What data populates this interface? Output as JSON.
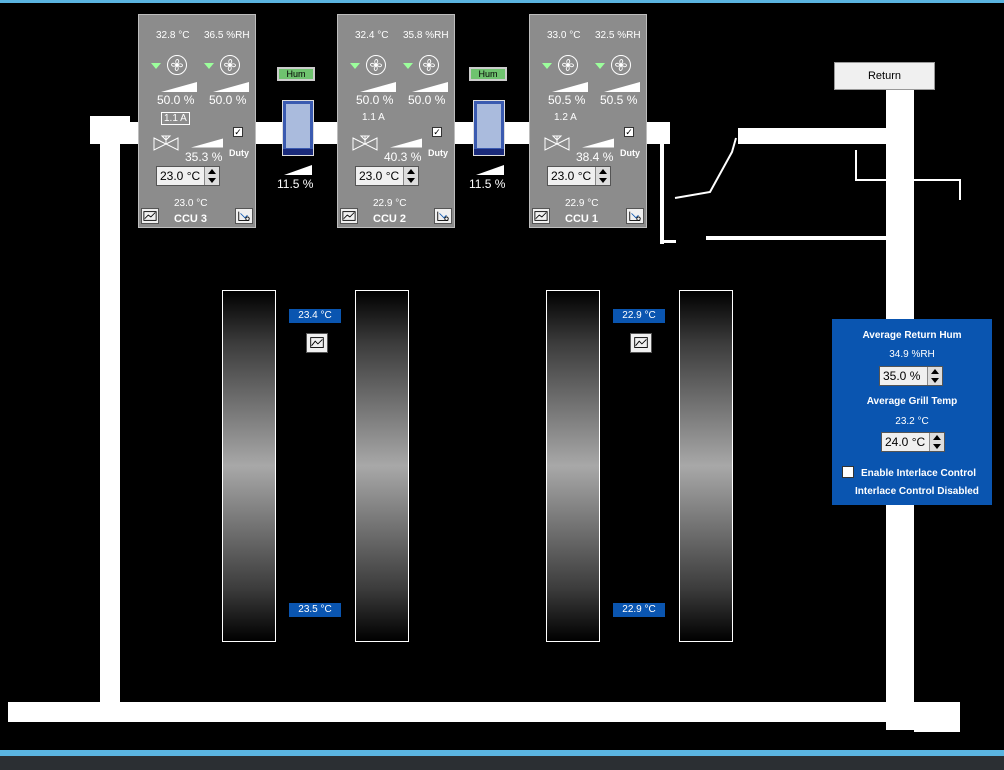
{
  "return_button": "Return",
  "ccus": [
    {
      "id": "ccu3",
      "name": "CCU 3",
      "temp": "32.8 °C",
      "hum": "36.5 %RH",
      "fan1_pct": "50.0 %",
      "fan2_pct": "50.0 %",
      "amps": "1.1 A",
      "amps_boxed": true,
      "valve_pct": "35.3 %",
      "duty": "Duty",
      "duty_checked": true,
      "setpoint": "23.0 °C",
      "supply_temp": "23.0 °C"
    },
    {
      "id": "ccu2",
      "name": "CCU 2",
      "temp": "32.4 °C",
      "hum": "35.8 %RH",
      "fan1_pct": "50.0 %",
      "fan2_pct": "50.0 %",
      "amps": "1.1 A",
      "amps_boxed": false,
      "valve_pct": "40.3 %",
      "duty": "Duty",
      "duty_checked": true,
      "setpoint": "23.0 °C",
      "supply_temp": "22.9 °C"
    },
    {
      "id": "ccu1",
      "name": "CCU 1",
      "temp": "33.0 °C",
      "hum": "32.5 %RH",
      "fan1_pct": "50.5 %",
      "fan2_pct": "50.5 %",
      "amps": "1.2 A",
      "amps_boxed": false,
      "valve_pct": "38.4 %",
      "duty": "Duty",
      "duty_checked": true,
      "setpoint": "23.0 °C",
      "supply_temp": "22.9 °C"
    }
  ],
  "humidifiers": [
    {
      "label": "Hum",
      "pct": "11.5 %"
    },
    {
      "label": "Hum",
      "pct": "11.5 %"
    }
  ],
  "aisles": [
    {
      "top_temp": "23.4 °C",
      "bottom_temp": "23.5 °C"
    },
    {
      "top_temp": "22.9 °C",
      "bottom_temp": "22.9 °C"
    }
  ],
  "panel": {
    "avg_return_hum_label": "Average Return Hum",
    "avg_return_hum": "34.9 %RH",
    "hum_setpoint": "35.0 %",
    "avg_grill_temp_label": "Average Grill Temp",
    "avg_grill_temp": "23.2 °C",
    "temp_setpoint": "24.0 °C",
    "enable_interlace_label": "Enable Interlace Control",
    "interlace_status": "Interlace Control Disabled"
  },
  "colors": {
    "accent": "#0a55b0",
    "panel_gray": "#8c8c8c",
    "indicator_green": "#9cff9c",
    "frame_blue": "#5ab4e0"
  }
}
